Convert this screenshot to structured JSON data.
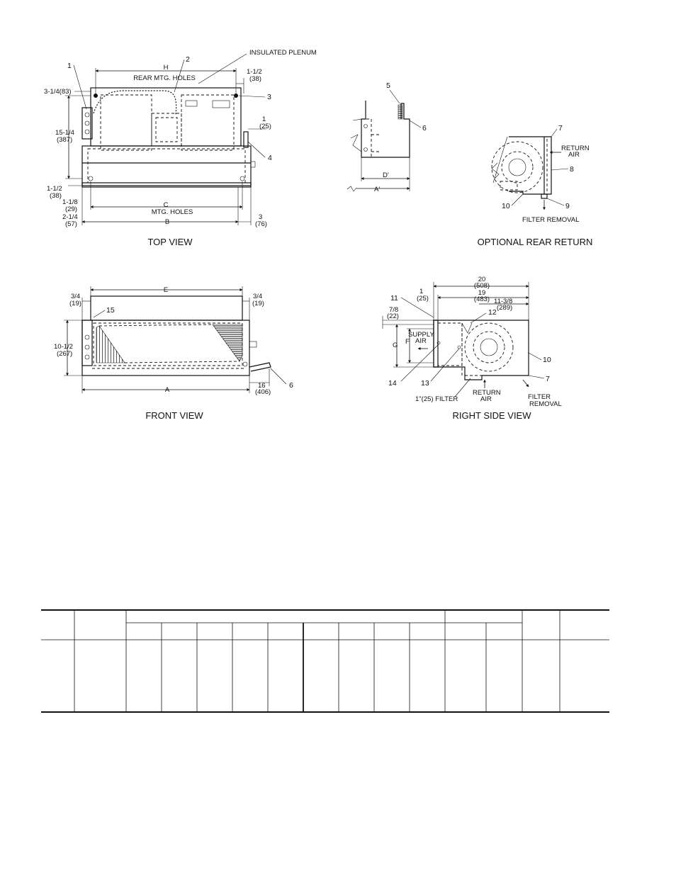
{
  "top_view": {
    "title": "TOP VIEW",
    "insulated_plenum": "INSULATED PLENUM",
    "rear_mtg_holes": "REAR MTG. HOLES",
    "mtg_holes": "MTG. HOLES",
    "dim_H": "H",
    "dim_C": "C",
    "dim_B": "B",
    "d_1_1_2": "1-1/2",
    "d_38a": "(38)",
    "d_3_1_4": "3-1/4(83)",
    "d_15_1_4": "15-1/4",
    "d_387": "(387)",
    "d_1": "1",
    "d_25": "(25)",
    "d_1_1_2b": "1-1/2",
    "d_38b": "(38)",
    "d_1_1_8": "1-1/8",
    "d_29": "(29)",
    "d_2_1_4": "2-1/4",
    "d_57": "(57)",
    "d_3": "3",
    "d_76": "(76)",
    "callout_1": "1",
    "callout_2": "2",
    "callout_3": "3",
    "callout_4": "4"
  },
  "rear_return": {
    "title": "OPTIONAL REAR RETURN",
    "callout_5": "5",
    "callout_6": "6",
    "callout_7": "7",
    "callout_8": "8",
    "callout_9": "9",
    "callout_10": "10",
    "dim_D": "D'",
    "dim_A": "A'",
    "return": "RETURN",
    "air": "AIR",
    "filter_removal": "FILTER REMOVAL"
  },
  "front_view": {
    "title": "FRONT VIEW",
    "dim_E": "E",
    "dim_A": "A",
    "d_3_4a": "3/4",
    "d_19a": "(19)",
    "d_3_4b": "3/4",
    "d_19b": "(19)",
    "d_10_1_2": "10-1/2",
    "d_267": "(267)",
    "d_16": "16",
    "d_406": "(406)",
    "callout_15": "15",
    "callout_6": "6"
  },
  "side_view": {
    "title": "RIGHT SIDE VIEW",
    "d_20": "20",
    "d_508": "(508)",
    "d_19": "19",
    "d_483": "(483)",
    "d_1": "1",
    "d_25": "(25)",
    "d_11_3_8": "11-3/8",
    "d_289": "(289)",
    "d_7_8": "7/8",
    "d_22": "(22)",
    "supply": "SUPPLY",
    "air": "AIR",
    "dim_G": "G",
    "dim_F": "F",
    "callout_11": "11",
    "callout_12": "12",
    "callout_13": "13",
    "callout_14": "14",
    "callout_10": "10",
    "callout_7": "7",
    "filter": "1\"(25) FILTER",
    "return": "RETURN",
    "return_air": "AIR",
    "filter_removal_1": "FILTER",
    "filter_removal_2": "REMOVAL"
  }
}
